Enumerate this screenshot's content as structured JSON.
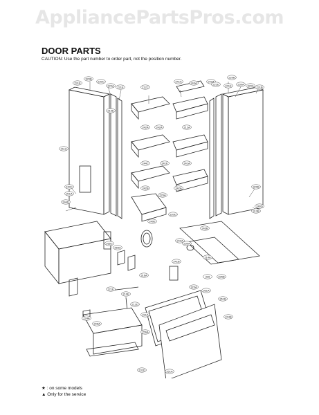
{
  "watermark": "AppliancePartsPros.com",
  "title": "DOOR PARTS",
  "caution": "CAUTION: Use the part number to order part, not the position number.",
  "legend": {
    "line1": "★ : on some models",
    "line2": "▲ Only for the service"
  },
  "callouts": [
    "320B",
    "231E",
    "220C",
    "220A",
    "231E",
    "241A",
    "243A",
    "242A",
    "220B",
    "221E",
    "241E",
    "230A",
    "320A",
    "231B",
    "212C",
    "242A",
    "242A",
    "212A",
    "244C",
    "241E",
    "241A",
    "242B",
    "242A",
    "226A",
    "211A",
    "210E",
    "240C",
    "244D",
    "201A",
    "320B",
    "240D",
    "313B",
    "240E",
    "320D",
    "265C",
    "265A",
    "243B",
    "242A",
    "230A",
    "214A",
    "241B",
    "316A",
    "231A",
    "212D",
    "221E",
    "210E",
    "323A",
    "261A",
    "261B",
    "244B",
    "326",
    "225B",
    "224A",
    "206A",
    "256A",
    "231D",
    "251A"
  ]
}
